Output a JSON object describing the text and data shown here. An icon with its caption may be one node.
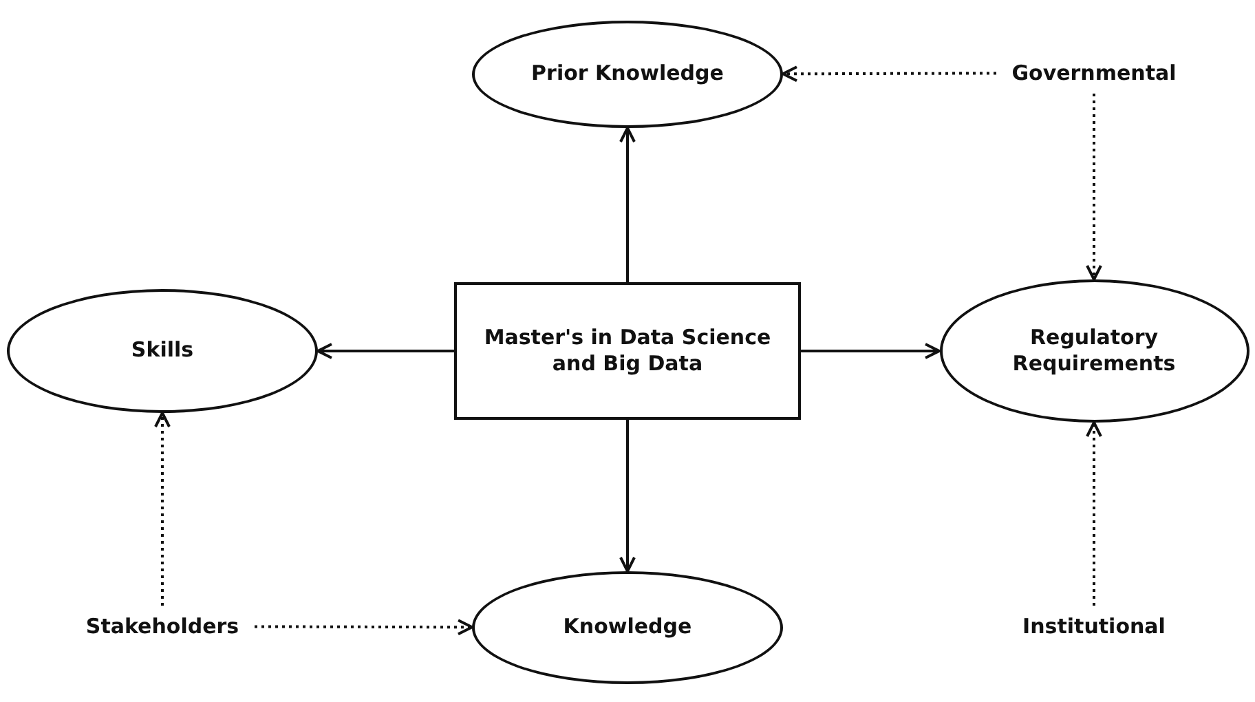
{
  "diagram": {
    "nodes": [
      {
        "text": [
          "Prior Knowledge"
        ]
      },
      {
        "text": [
          "Governmental"
        ]
      },
      {
        "text": [
          "Skills"
        ]
      },
      {
        "text": [
          "Master's in Data Science and Big Data"
        ]
      },
      {
        "text": [
          "Regulatory Requirements"
        ]
      },
      {
        "text": [
          "Stakeholders"
        ]
      },
      {
        "text": [
          "Knowledge"
        ]
      },
      {
        "text": [
          "Institutional"
        ]
      }
    ],
    "edges": [
      {
        "from": 3,
        "to": 0,
        "arrow": "to"
      },
      {
        "from": 3,
        "to": 2,
        "arrow": "to"
      },
      {
        "from": 3,
        "to": 4,
        "arrow": "to"
      },
      {
        "from": 3,
        "to": 6,
        "arrow": "to"
      },
      {
        "from": 1,
        "to": 0,
        "arrow": "to",
        "style": "dashed"
      },
      {
        "from": 1,
        "to": 4,
        "arrow": "to",
        "style": "dashed"
      },
      {
        "from": 5,
        "to": 2,
        "arrow": "to",
        "style": "dashed"
      },
      {
        "from": 5,
        "to": 6,
        "arrow": "to",
        "style": "dashed"
      },
      {
        "from": 7,
        "to": 4,
        "arrow": "to",
        "style": "dashed"
      }
    ]
  }
}
